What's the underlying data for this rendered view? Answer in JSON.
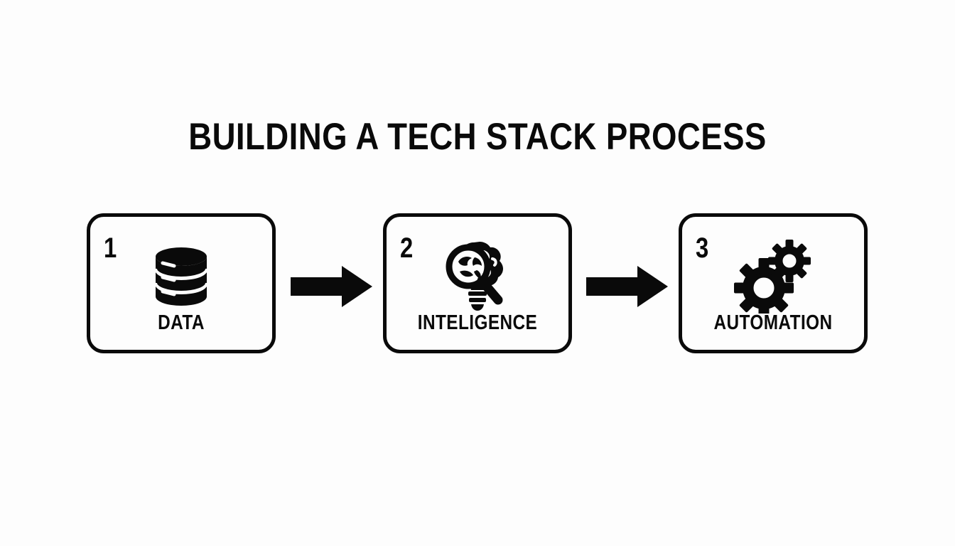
{
  "background_color": "#fdfdfd",
  "ink_color": "#0a0a0a",
  "header": {
    "title": "BUILDING A TECH STACK PROCESS"
  },
  "diagram": {
    "type": "process-flow",
    "orientation": "horizontal",
    "step_count": 3,
    "connector": "solid-black-right-arrow",
    "steps": [
      {
        "number": "1",
        "label": "DATA",
        "icon": "database-icon"
      },
      {
        "number": "2",
        "label": "INTELIGENCE",
        "icon": "brain-magnifier-icon"
      },
      {
        "number": "3",
        "label": "AUTOMATION",
        "icon": "gears-icon"
      }
    ],
    "arrows": [
      {
        "name": "arrow-1",
        "from": "DATA",
        "to": "INTELIGENCE"
      },
      {
        "name": "arrow-2",
        "from": "INTELIGENCE",
        "to": "AUTOMATION"
      }
    ]
  }
}
